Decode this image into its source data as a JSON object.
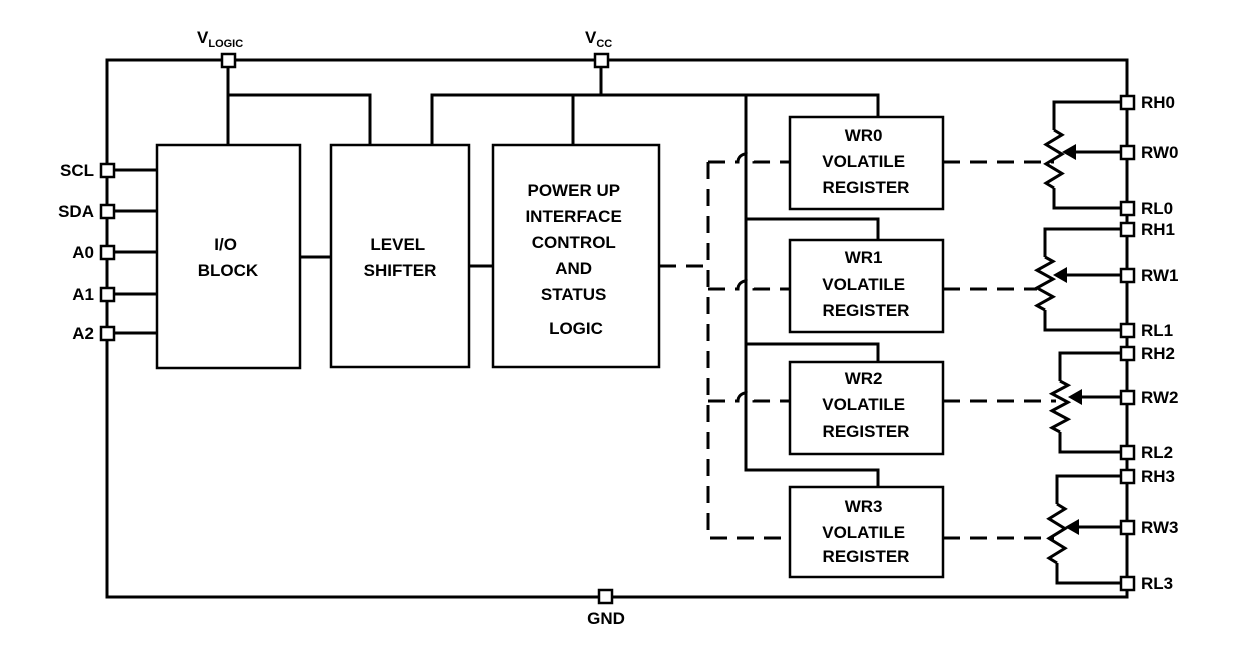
{
  "supply": {
    "vlogic": {
      "main": "V",
      "sub": "LOGIC"
    },
    "vcc": {
      "main": "V",
      "sub": "CC"
    },
    "gnd": "GND"
  },
  "left_pins": [
    "SCL",
    "SDA",
    "A0",
    "A1",
    "A2"
  ],
  "blocks": {
    "io": [
      "I/O",
      "BLOCK"
    ],
    "level_shifter": [
      "LEVEL",
      "SHIFTER"
    ],
    "power_up": [
      "POWER UP",
      "INTERFACE",
      "CONTROL",
      "AND",
      "STATUS",
      "LOGIC"
    ]
  },
  "registers": [
    {
      "lines": [
        "WR0",
        "VOLATILE",
        "REGISTER"
      ]
    },
    {
      "lines": [
        "WR1",
        "VOLATILE",
        "REGISTER"
      ]
    },
    {
      "lines": [
        "WR2",
        "VOLATILE",
        "REGISTER"
      ]
    },
    {
      "lines": [
        "WR3",
        "VOLATILE",
        "REGISTER"
      ]
    }
  ],
  "pots": [
    {
      "rh": "RH0",
      "rw": "RW0",
      "rl": "RL0"
    },
    {
      "rh": "RH1",
      "rw": "RW1",
      "rl": "RL1"
    },
    {
      "rh": "RH2",
      "rw": "RW2",
      "rl": "RL2"
    },
    {
      "rh": "RH3",
      "rw": "RW3",
      "rl": "RL3"
    }
  ]
}
